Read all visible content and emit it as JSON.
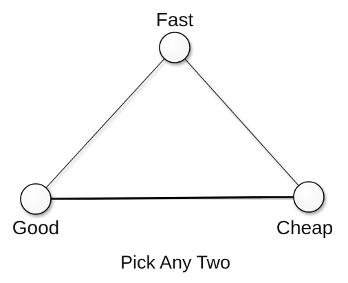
{
  "diagram": {
    "nodes": {
      "fast": {
        "label": "Fast"
      },
      "good": {
        "label": "Good"
      },
      "cheap": {
        "label": "Cheap"
      }
    },
    "caption": "Pick Any Two"
  }
}
